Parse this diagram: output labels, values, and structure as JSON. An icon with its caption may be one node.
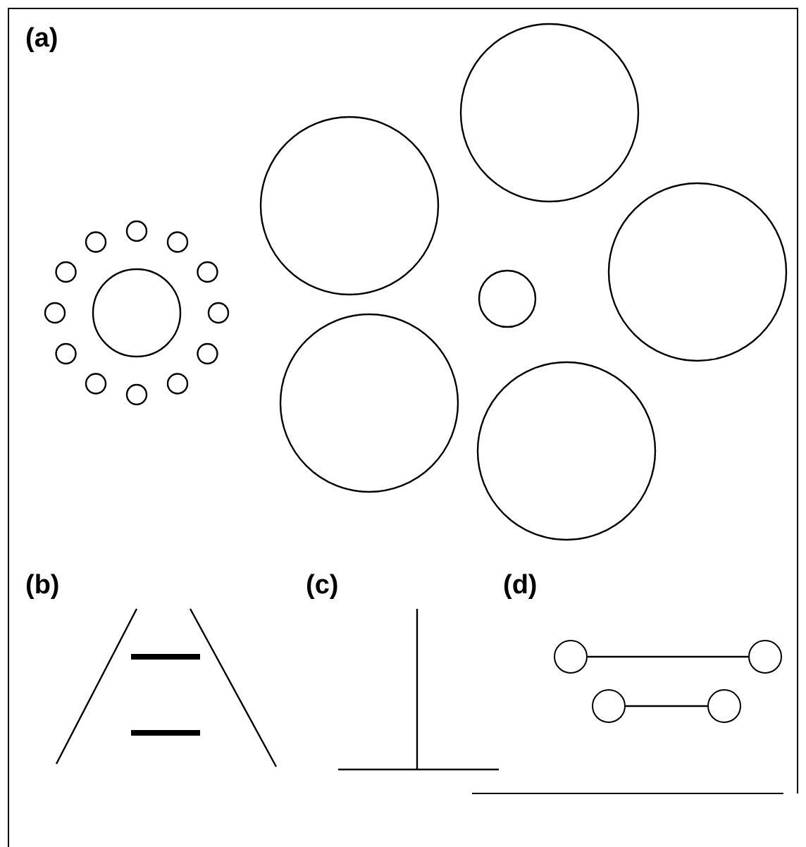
{
  "diagram": {
    "nodes": [
      {
        "text": [],
        "shape": "circle"
      },
      {
        "text": [],
        "shape": "circle"
      },
      {
        "text": [],
        "shape": "circle"
      },
      {
        "text": [],
        "shape": "circle"
      }
    ],
    "edges": [
      {
        "from": 0,
        "to": 1,
        "arrow": "none"
      },
      {
        "from": 2,
        "to": 3,
        "arrow": "none"
      }
    ],
    "labels": [
      "(a)",
      "(b)",
      "(c)",
      "(d)"
    ]
  }
}
